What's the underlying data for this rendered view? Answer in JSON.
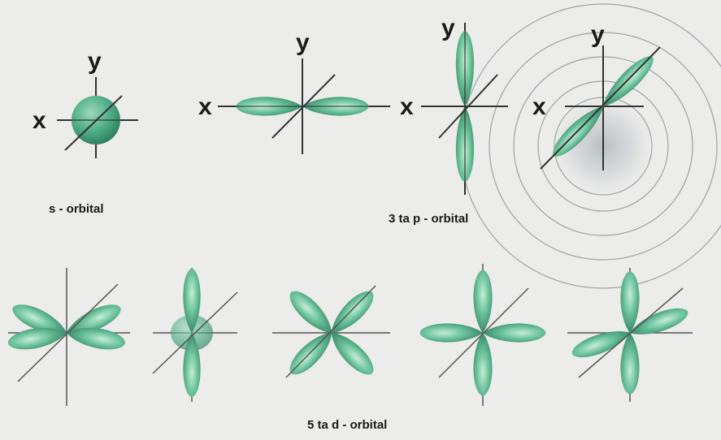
{
  "axis_labels": {
    "x": "x",
    "y": "y"
  },
  "captions": {
    "s": "s - orbital",
    "p": "3 ta p - orbital",
    "d": "5 ta d - orbital"
  },
  "colors": {
    "lobe_fill": "#4fae86",
    "lobe_dark": "#2c7a5c",
    "lobe_highlight": "#c6ecd9",
    "axis": "#333333",
    "background": "#ececea",
    "rings": "#9aa3ab"
  }
}
